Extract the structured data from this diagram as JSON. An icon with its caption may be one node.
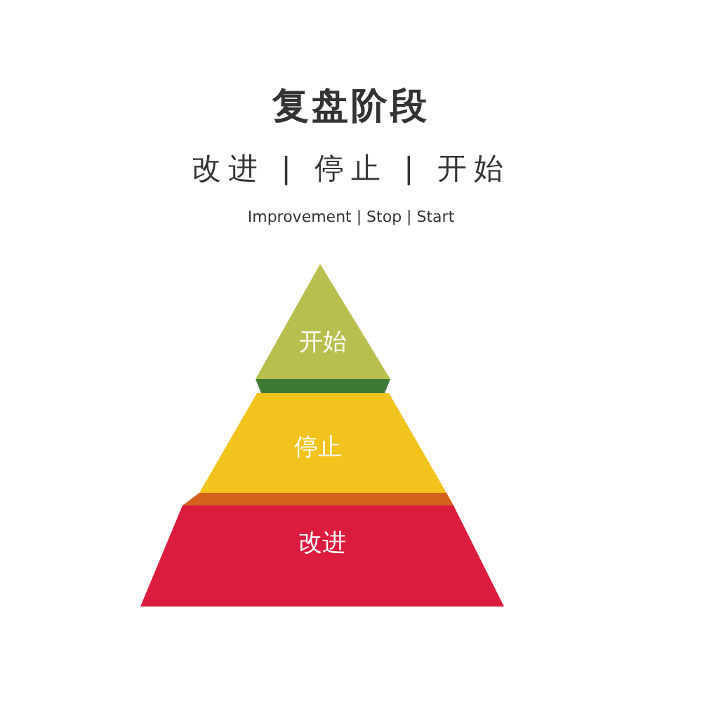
{
  "diagram": {
    "title": "复盘阶段",
    "nodes": [
      {
        "text": [
          "开始"
        ]
      },
      {
        "text": [
          "停止"
        ]
      },
      {
        "text": [
          "改进"
        ]
      }
    ],
    "labels": [
      "改进 | 停止 | 开始",
      "Improvement | Stop | Start"
    ]
  }
}
